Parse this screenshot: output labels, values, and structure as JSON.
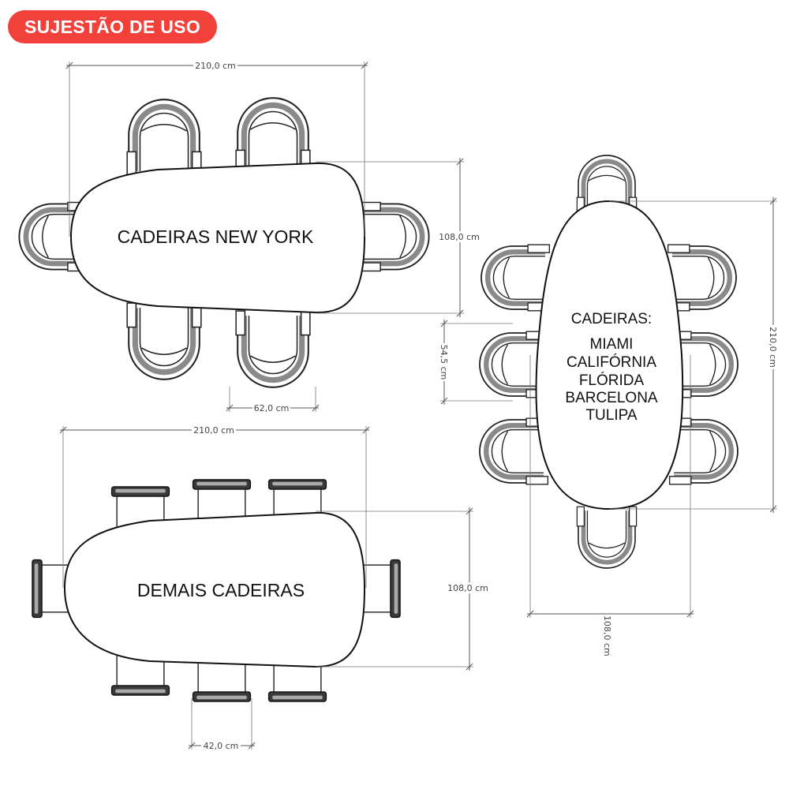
{
  "badge": {
    "label": "SUJESTÃO DE USO",
    "color": "#f2403a"
  },
  "diagrams": {
    "new_york": {
      "title": "CADEIRAS NEW YORK",
      "width_dim": "210,0 cm",
      "depth_dim": "108,0 cm",
      "chair_dim": "62,0 cm"
    },
    "vertical": {
      "heading": "CADEIRAS:",
      "chairs": [
        "MIAMI",
        "CALIFÓRNIA",
        "FLÓRIDA",
        "BARCELONA",
        "TULIPA"
      ],
      "length_dim": "210,0 cm",
      "width_dim": "108,0 cm",
      "chair_dim": "54,5 cm"
    },
    "others": {
      "title": "DEMAIS CADEIRAS",
      "width_dim": "210,0 cm",
      "depth_dim": "108,0 cm",
      "chair_dim": "42,0 cm"
    }
  }
}
